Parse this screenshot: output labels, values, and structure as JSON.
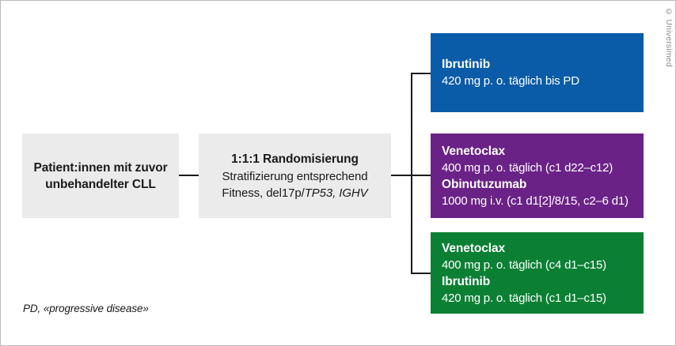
{
  "figure": {
    "copyright": "© Universimed",
    "footnote": "PD, «progressive disease»"
  },
  "population": {
    "line1": "Patient:innen mit zuvor",
    "line2": "unbehandelter CLL"
  },
  "randomisation": {
    "title": "1:1:1 Randomisierung",
    "line1": "Stratifizierung entsprechend",
    "line2_prefix": "Fitness, del17p/",
    "line2_italic": "TP53, IGHV"
  },
  "arms": [
    {
      "id": "ibrutinib",
      "color": "#0a5ba8",
      "entries": [
        {
          "drug": "Ibrutinib",
          "dose": "420 mg p. o. täglich bis PD"
        }
      ]
    },
    {
      "id": "venetoclax-obinutuzumab",
      "color": "#6b2287",
      "entries": [
        {
          "drug": "Venetoclax",
          "dose": "400 mg p. o. täglich (c1 d22–c12)"
        },
        {
          "drug": "Obinutuzumab",
          "dose": "1000 mg i.v. (c1 d1[2]/8/15, c2–6 d1)"
        }
      ]
    },
    {
      "id": "venetoclax-ibrutinib",
      "color": "#0b8034",
      "entries": [
        {
          "drug": "Venetoclax",
          "dose": "400 mg p. o. täglich (c4 d1–c15)"
        },
        {
          "drug": "Ibrutinib",
          "dose": "420 mg p. o. täglich (c1 d1–c15)"
        }
      ]
    }
  ]
}
